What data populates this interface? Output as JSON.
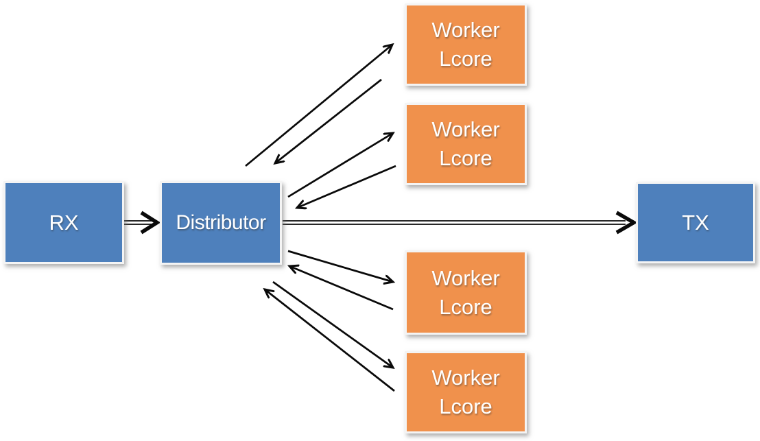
{
  "diagram": {
    "type": "dataflow-diagram",
    "nodes": {
      "rx": {
        "label": "RX",
        "color": "#4e80bc"
      },
      "distributor": {
        "label": "Distributor",
        "color": "#4e80bc"
      },
      "tx": {
        "label": "TX",
        "color": "#4e80bc"
      },
      "workers": [
        {
          "lines": [
            "Worker",
            "Lcore"
          ],
          "color": "#f0914c"
        },
        {
          "lines": [
            "Worker",
            "Lcore"
          ],
          "color": "#f0914c"
        },
        {
          "lines": [
            "Worker",
            "Lcore"
          ],
          "color": "#f0914c"
        },
        {
          "lines": [
            "Worker",
            "Lcore"
          ],
          "color": "#f0914c"
        }
      ]
    },
    "edges": [
      {
        "from": "rx",
        "to": "distributor",
        "style": "double-line-arrow"
      },
      {
        "from": "distributor",
        "to": "tx",
        "style": "double-line-arrow"
      },
      {
        "from": "distributor",
        "to": "worker-1",
        "style": "single-arrow"
      },
      {
        "from": "worker-1",
        "to": "distributor",
        "style": "single-arrow"
      },
      {
        "from": "distributor",
        "to": "worker-2",
        "style": "single-arrow"
      },
      {
        "from": "worker-2",
        "to": "distributor",
        "style": "single-arrow"
      },
      {
        "from": "distributor",
        "to": "worker-3",
        "style": "single-arrow"
      },
      {
        "from": "worker-3",
        "to": "distributor",
        "style": "single-arrow"
      },
      {
        "from": "distributor",
        "to": "worker-4",
        "style": "single-arrow"
      },
      {
        "from": "worker-4",
        "to": "distributor",
        "style": "single-arrow"
      }
    ],
    "colors": {
      "node_blue": "#4e80bc",
      "node_orange": "#f0914c",
      "arrow": "#0a0a0a",
      "background": "#ffffff",
      "node_text": "#ffffff"
    }
  }
}
